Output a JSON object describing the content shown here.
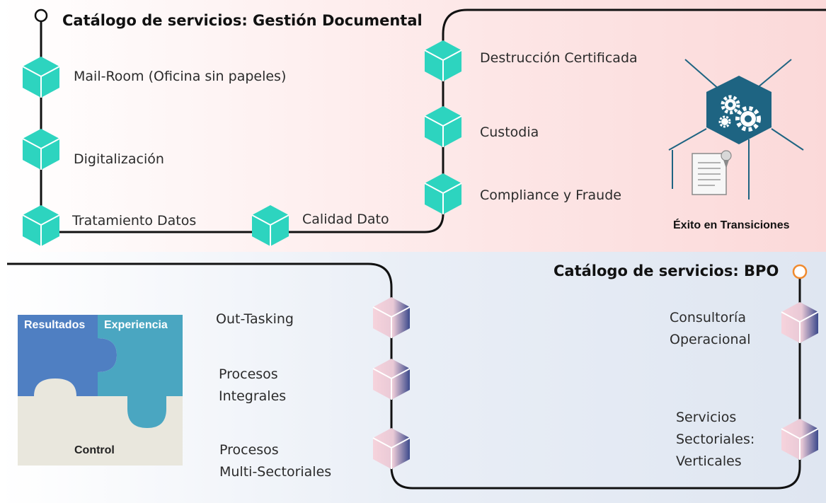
{
  "top_section": {
    "title": "Catálogo de servicios: Gestión Documental",
    "left_items": [
      "Mail-Room (Oficina sin papeles)",
      "Digitalización",
      "Tratamiento Datos",
      "Calidad Dato"
    ],
    "right_items": [
      "Destrucción Certificada",
      "Custodia",
      "Compliance y Fraude"
    ],
    "badge_label": "Éxito en Transiciones",
    "colors": {
      "cube": "#2dd4bf",
      "badge": "#1e6482"
    }
  },
  "bottom_section": {
    "title": "Catálogo de servicios: BPO",
    "left_items": [
      [
        "Out-Tasking"
      ],
      [
        "Procesos",
        "Integrales"
      ],
      [
        "Procesos",
        "Multi-Sectoriales"
      ]
    ],
    "right_items": [
      [
        "Consultoría",
        "Operacional"
      ],
      [
        "Servicios",
        "Sectoriales:",
        "Verticales"
      ]
    ],
    "puzzle": {
      "piece_1": "Resultados",
      "piece_2": "Experiencia",
      "piece_3": "Control"
    },
    "colors": {
      "cube_light": "#f6d3dc",
      "cube_dark": "#3c4a8c",
      "accent": "#f08a2e"
    }
  }
}
